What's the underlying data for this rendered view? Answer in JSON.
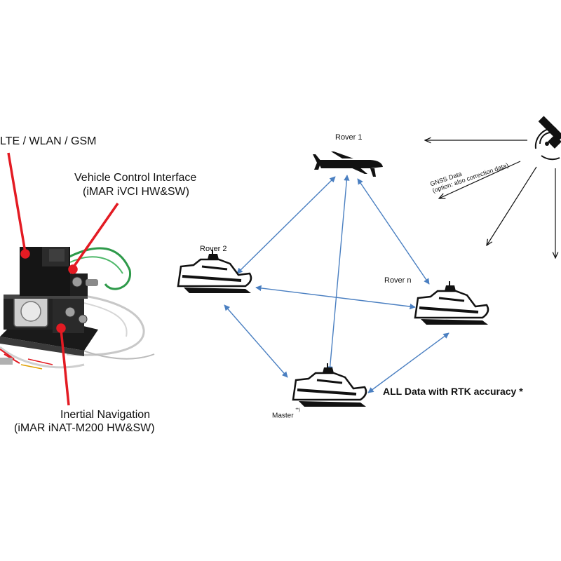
{
  "labels": {
    "comm": "LTE / WLAN / GSM",
    "vci_title": "Vehicle Control Interface",
    "vci_sub": "(iMAR  iVCI  HW&SW)",
    "nav_title": "Inertial Navigation",
    "nav_sub": "(iMAR  iNAT-M200  HW&SW)",
    "rover1": "Rover 1",
    "rover2": "Rover 2",
    "rovern": "Rover n",
    "master": "Master",
    "master_note": "**)",
    "rtk": "ALL Data with RTK accuracy *",
    "gnss_line1": "GNSS Data",
    "gnss_line2": "(option: also correction data)"
  },
  "colors": {
    "callout": "#e31b23",
    "link": "#4a7fc1",
    "black": "#111111"
  },
  "icons": {
    "rover1": "drone-icon",
    "vehicles": "boat-icon",
    "satellite": "satellite-icon"
  }
}
